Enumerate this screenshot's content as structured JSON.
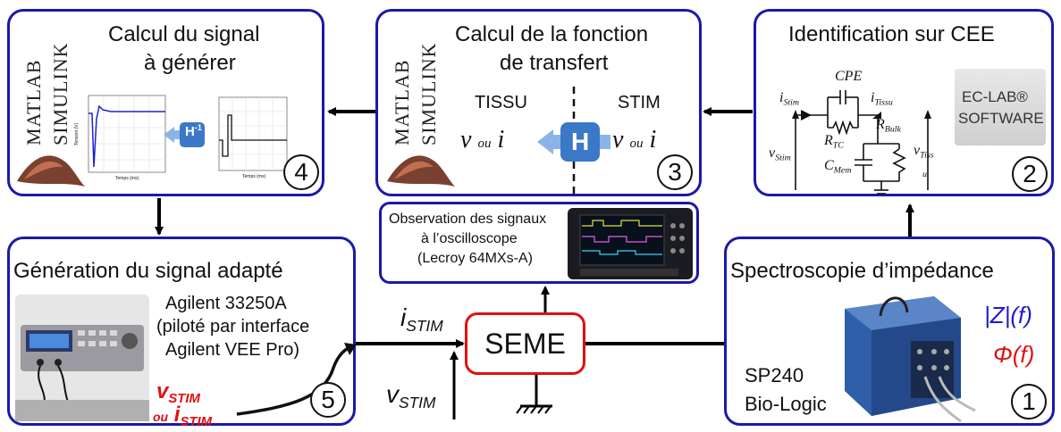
{
  "box4": {
    "title_line1": "Calcul du signal",
    "title_line2": "à générer",
    "badge": "4",
    "logo_line1": "MATLAB",
    "logo_line2": "SIMULINK",
    "block": "H",
    "block_sup": "-1",
    "plot1_ylabel": "Tension (V)",
    "plot1_xlabel": "Temps (ms)",
    "plot2_xlabel": "Temps (ms)"
  },
  "box3": {
    "title_line1": "Calcul de la fonction",
    "title_line2": "de transfert",
    "label_left": "TISSU",
    "label_right": "STIM",
    "v": "v",
    "ou": "ou",
    "i": "i",
    "block": "H",
    "badge": "3",
    "logo_line1": "MATLAB",
    "logo_line2": "SIMULINK"
  },
  "box2": {
    "title": "Identification sur CEE",
    "badge": "2",
    "software_line1": "EC-LAB®",
    "software_line2": "SOFTWARE",
    "cpe": "CPE",
    "i_stim": "i",
    "i_stim_sub": "Stim",
    "i_tissu": "i",
    "i_tissu_sub": "Tissu",
    "r_tc": "R",
    "r_tc_sub": "TC",
    "r_bulk": "R",
    "r_bulk_sub": "Bulk",
    "c_mem": "C",
    "c_mem_sub": "Mem",
    "v_stim": "v",
    "v_stim_sub": "Stim",
    "v_tiss": "v",
    "v_tiss_sub1": "Tiss",
    "v_tiss_sub2": "u"
  },
  "osc": {
    "line1": "Observation des signaux",
    "line2": "à l’oscilloscope",
    "line3": "(Lecroy 64MXs-A)"
  },
  "box5": {
    "title": "Génération du signal adapté",
    "line1": "Agilent 33250A",
    "line2": "(piloté par interface",
    "line3": "Agilent VEE Pro)",
    "v_stim": "v",
    "v_stim_sub": "STIM",
    "ou": "ou",
    "i_stim": "i",
    "i_stim_sub": "STIM",
    "badge": "5"
  },
  "box1": {
    "title": "Spectroscopie d’impédance",
    "mag": "|Z|(f)",
    "phase": "Φ(f)",
    "device_line1": "SP240",
    "device_line2": "Bio-Logic",
    "badge": "1"
  },
  "seme": {
    "label": "SEME"
  },
  "signals": {
    "i_stim": "i",
    "i_stim_sub": "STIM",
    "v_stim": "v",
    "v_stim_sub": "STIM"
  },
  "colors": {
    "box_border": "#1a1aa8",
    "seme_border": "#e01010",
    "highlight_red": "#e01010",
    "highlight_blue": "#1a1ad0",
    "h_block": "#3c78c8"
  }
}
